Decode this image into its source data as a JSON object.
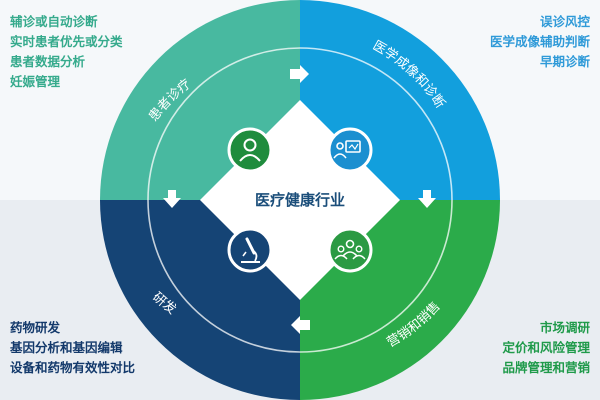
{
  "center": {
    "title": "医疗健康行业"
  },
  "quadrants": {
    "top_left": {
      "label": "患者诊疗",
      "color": "#48b9a0",
      "items": [
        "辅诊或自动诊断",
        "实时患者优先或分类",
        "患者数据分析",
        "妊娠管理"
      ]
    },
    "top_right": {
      "label": "医学成像和诊断",
      "color": "#129fdd",
      "items": [
        "误诊风控",
        "医学成像辅助判断",
        "早期诊断"
      ]
    },
    "bottom_left": {
      "label": "研发",
      "color": "#154475",
      "items": [
        "药物研发",
        "基因分析和基因编辑",
        "设备和药物有效性对比"
      ]
    },
    "bottom_right": {
      "label": "营销和销售",
      "color": "#2bab4a",
      "items": [
        "市场调研",
        "定价和风险管理",
        "品牌管理和营销"
      ]
    }
  },
  "icons": {
    "top_left": "person-icon",
    "top_right": "doctor-screen-icon",
    "bottom_left": "microscope-icon",
    "bottom_right": "group-icon"
  }
}
